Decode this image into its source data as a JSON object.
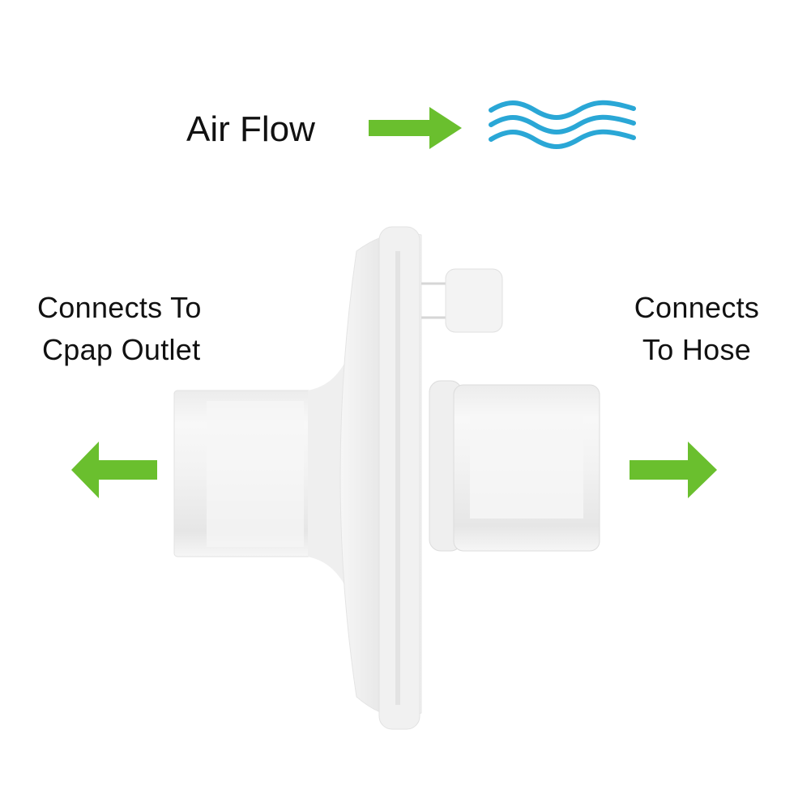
{
  "legend": {
    "label": "Air Flow",
    "arrow_icon": "arrow-right-icon",
    "flow_icon": "air-waves-icon",
    "arrow_color": "#6abf2e",
    "wave_color": "#2aa7d6"
  },
  "left": {
    "line1": "Connects To",
    "line2": "Cpap Outlet",
    "arrow_icon": "arrow-left-icon"
  },
  "right": {
    "line1": "Connects",
    "line2": "To Hose",
    "arrow_icon": "arrow-right-icon"
  },
  "product": {
    "name": "cpap-bacterial-filter",
    "color": "#f0f0f0"
  }
}
